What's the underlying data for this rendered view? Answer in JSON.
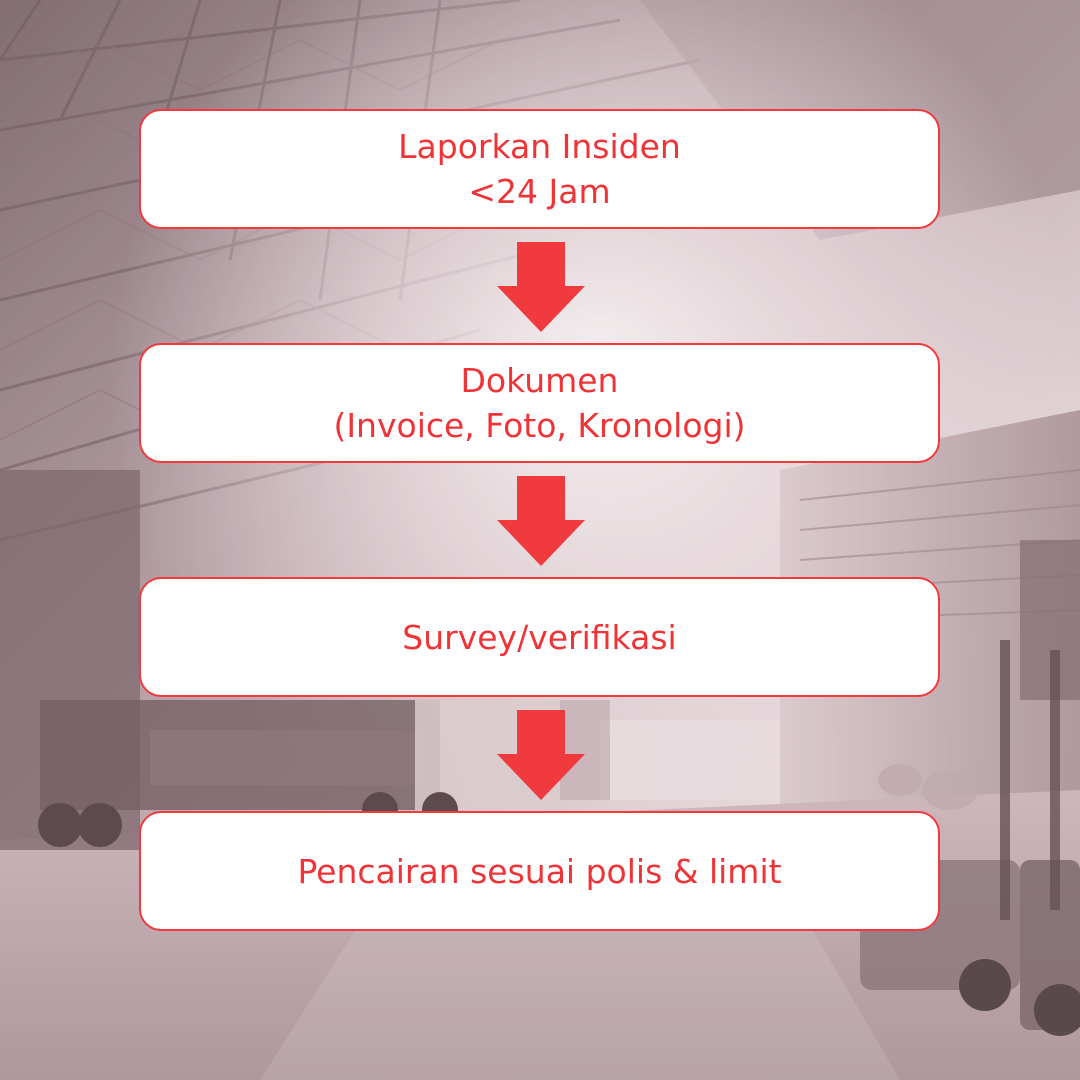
{
  "colors": {
    "accent": "#ef3438",
    "box_fill": "#ffffff",
    "arrow": "#f03a3d"
  },
  "background": {
    "description_icon": "warehouse-photo"
  },
  "steps": [
    {
      "lines": [
        "Laporkan Insiden",
        "<24 Jam"
      ]
    },
    {
      "lines": [
        "Dokumen",
        "(Invoice, Foto, Kronologi)"
      ]
    },
    {
      "lines": [
        "Survey/verifikasi"
      ]
    },
    {
      "lines": [
        "Pencairan sesuai polis & limit"
      ]
    }
  ],
  "arrows": [
    {
      "icon": "arrow-down-icon"
    },
    {
      "icon": "arrow-down-icon"
    },
    {
      "icon": "arrow-down-icon"
    }
  ]
}
